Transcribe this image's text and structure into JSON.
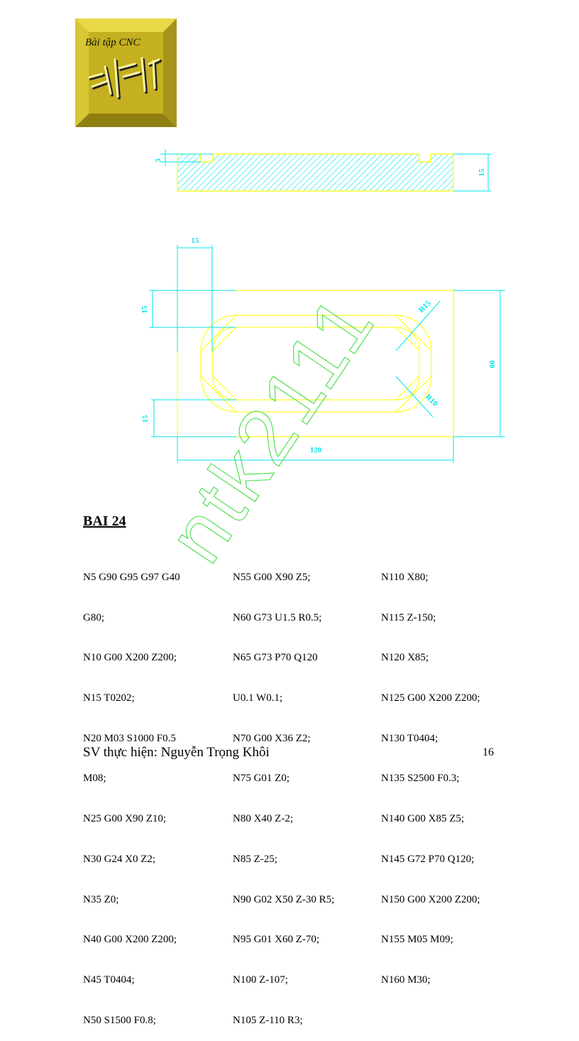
{
  "logo": {
    "title": "Bài tập CNC",
    "emboss_text": "ntk",
    "colors": {
      "face": "#c8b41e",
      "light": "#f0e060",
      "dark": "#8a7a10"
    }
  },
  "drawing": {
    "colors": {
      "outline": "#ffff00",
      "dimension": "#00e5ee",
      "hatch": "#00e5ee"
    },
    "section_view": {
      "dims": {
        "groove_depth": "3",
        "thickness": "15"
      }
    },
    "top_view": {
      "dims": {
        "left_width": "15",
        "top_offset": "15",
        "bottom_offset": "15",
        "length": "120",
        "height": "60",
        "outer_radius": "R15",
        "inner_radius": "R10"
      }
    }
  },
  "watermark": {
    "text": "ntk2111",
    "color": "#44dd44"
  },
  "exercise": {
    "title": "BAI 24",
    "columns": [
      [
        "N5 G90 G95 G97 G40",
        "G80;",
        "N10 G00 X200 Z200;",
        "N15 T0202;",
        "N20 M03 S1000 F0.5",
        "M08;",
        "N25 G00 X90 Z10;",
        "N30 G24 X0 Z2;",
        "N35 Z0;",
        "N40 G00 X200 Z200;",
        "N45 T0404;",
        "N50 S1500 F0.8;"
      ],
      [
        "N55 G00 X90 Z5;",
        "N60 G73 U1.5 R0.5;",
        "N65 G73 P70 Q120",
        "U0.1 W0.1;",
        "N70 G00 X36 Z2;",
        "N75 G01 Z0;",
        "N80 X40 Z-2;",
        "N85 Z-25;",
        "N90 G02 X50 Z-30 R5;",
        "N95 G01 X60 Z-70;",
        "N100 Z-107;",
        "N105 Z-110 R3;"
      ],
      [
        "N110 X80;",
        "N115 Z-150;",
        "N120 X85;",
        "N125 G00 X200 Z200;",
        "N130 T0404;",
        "N135 S2500 F0.3;",
        "N140 G00 X85 Z5;",
        "N145 G72 P70 Q120;",
        "N150 G00 X200 Z200;",
        "N155 M05 M09;",
        "N160 M30;"
      ]
    ]
  },
  "footer": {
    "author": "SV thực hiện: Nguyễn Trọng Khôi",
    "page_number": "16"
  }
}
